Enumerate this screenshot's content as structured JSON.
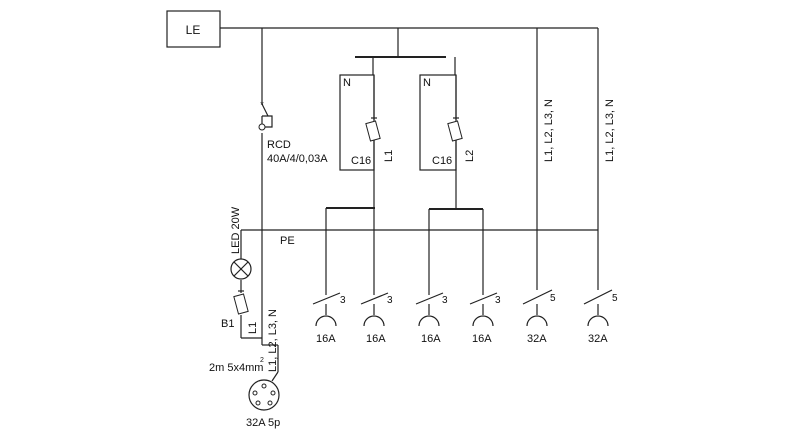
{
  "supply": {
    "label": "LE"
  },
  "rcd": {
    "name": "RCD",
    "rating": "40A/4/0,03A"
  },
  "lamp": {
    "label": "LED 20W"
  },
  "pe": {
    "label": "PE"
  },
  "fuse_b1": {
    "name": "B1",
    "phase": "L1"
  },
  "feed_cable": {
    "conductors": "L1, L2, L3, N",
    "spec": "2m 5x4mm",
    "superscript": "2"
  },
  "inlet": {
    "label": "32A 5p"
  },
  "breakers": [
    {
      "neutral": "N",
      "name": "C16",
      "phase": "L1"
    },
    {
      "neutral": "N",
      "name": "C16",
      "phase": "L2"
    }
  ],
  "three_phase_lines": [
    {
      "label": "L1, L2, L3, N"
    },
    {
      "label": "L1, L2, L3, N"
    }
  ],
  "outlets": [
    {
      "poles": "3",
      "rating": "16A"
    },
    {
      "poles": "3",
      "rating": "16A"
    },
    {
      "poles": "3",
      "rating": "16A"
    },
    {
      "poles": "3",
      "rating": "16A"
    },
    {
      "poles": "5",
      "rating": "32A"
    },
    {
      "poles": "5",
      "rating": "32A"
    }
  ]
}
